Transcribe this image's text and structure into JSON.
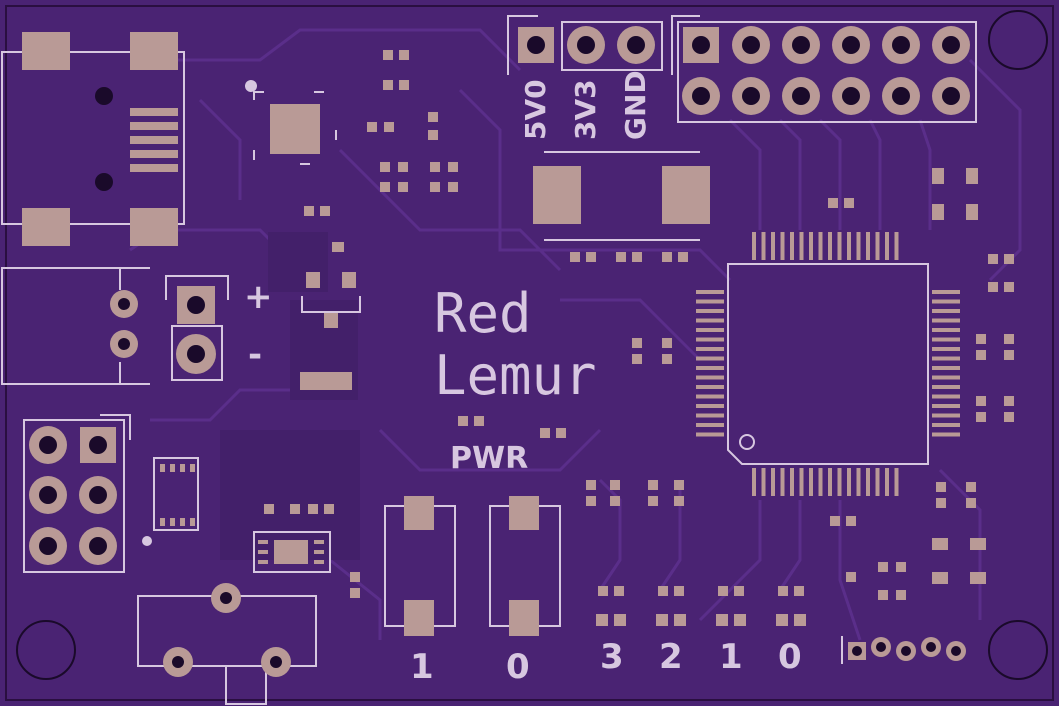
{
  "board": {
    "title_line1": "Red",
    "title_line2": "Lemur",
    "pwr_label": "PWR",
    "power_header": {
      "labels": [
        "5V0",
        "3V3",
        "GND"
      ]
    },
    "battery": {
      "plus": "+",
      "minus": "-"
    },
    "buttons": [
      "1",
      "0"
    ],
    "leds": [
      "3",
      "2",
      "1",
      "0"
    ],
    "colors": {
      "board": "#4a2373",
      "copper_pad": "#b99a96",
      "silkscreen": "#d7c7e0",
      "trace": "#5a2e8a"
    }
  }
}
